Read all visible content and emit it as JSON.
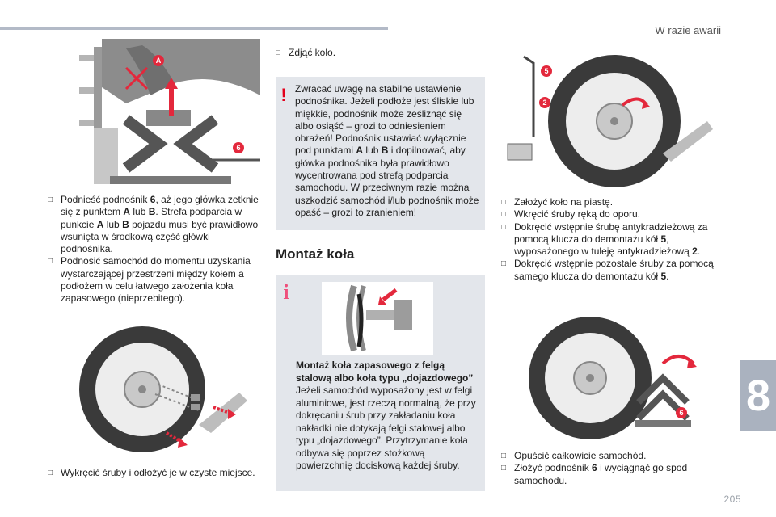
{
  "header": {
    "section": "W razie awarii"
  },
  "chapter": {
    "number": "8"
  },
  "page": {
    "number": "205"
  },
  "col1": {
    "items1": [
      {
        "parts": [
          "Podnieść podnośnik ",
          "6",
          ", aż jego główka zetknie się z punktem ",
          "A",
          " lub ",
          "B",
          ". Strefa podparcia w punkcie ",
          "A",
          " lub ",
          "B",
          " pojazdu musi być prawidłowo wsunięta w środkową część główki podnośnika."
        ]
      },
      {
        "parts": [
          "Podnosić samochód do momentu uzyskania wystarczającej przestrzeni między kołem a podłożem w celu łatwego założenia koła zapasowego (nieprzebitego)."
        ]
      }
    ],
    "items2": [
      {
        "parts": [
          "Wykręcić śruby i odłożyć je w czyste miejsce."
        ]
      }
    ],
    "figure1_labels": {
      "a": "A",
      "six": "6"
    }
  },
  "col2": {
    "item_top": "Zdjąć koło.",
    "warning": {
      "symbol": "!",
      "parts": [
        "Zwracać uwagę na stabilne ustawienie podnośnika. Jeżeli podłoże jest śliskie lub miękkie, podnośnik może ześliznąć się albo osiąść – grozi to odniesieniem obrażeń! Podnośnik ustawiać wyłącznie pod punktami ",
        "A",
        " lub ",
        "B",
        " i dopilnować, aby główka podnośnika była prawidłowo wycentrowana pod strefą podparcia samochodu. W przeciwnym razie można uszkodzić samochód i/lub podnośnik może opaść – grozi to zranieniem!"
      ]
    },
    "heading": "Montaż koła",
    "info": {
      "symbol": "i",
      "title": "Montaż koła zapasowego z felgą stalową albo koła typu „dojazdowego”",
      "body": "Jeżeli samochód wyposażony jest w felgi aluminiowe, jest rzeczą normalną, że przy dokręcaniu śrub przy zakładaniu koła nakładki nie dotykają felgi stalowej albo typu „dojazdowego”. Przytrzymanie koła odbywa się poprzez stożkową powierzchnię dociskową każdej śruby."
    }
  },
  "col3": {
    "figure_labels": {
      "five": "5",
      "two": "2",
      "six": "6"
    },
    "items1": [
      {
        "parts": [
          "Założyć koło na piastę."
        ]
      },
      {
        "parts": [
          "Wkręcić śruby ręką do oporu."
        ]
      },
      {
        "parts": [
          "Dokręcić wstępnie śrubę antykradzieżową za pomocą klucza do demontażu kół ",
          "5",
          ", wyposażonego w tuleję antykradzieżową ",
          "2",
          "."
        ]
      },
      {
        "parts": [
          "Dokręcić wstępnie pozostałe śruby za pomocą samego klucza do demontażu kół ",
          "5",
          "."
        ]
      }
    ],
    "items2": [
      {
        "parts": [
          "Opuścić całkowicie samochód."
        ]
      },
      {
        "parts": [
          "Złożyć podnośnik ",
          "6",
          " i wyciągnąć go spod samochodu."
        ]
      }
    ]
  },
  "colors": {
    "accent_red": "#e3283c",
    "box_gray": "#e3e6eb",
    "tab_gray": "#aab2bf",
    "info_pink": "#ef4f7b"
  }
}
